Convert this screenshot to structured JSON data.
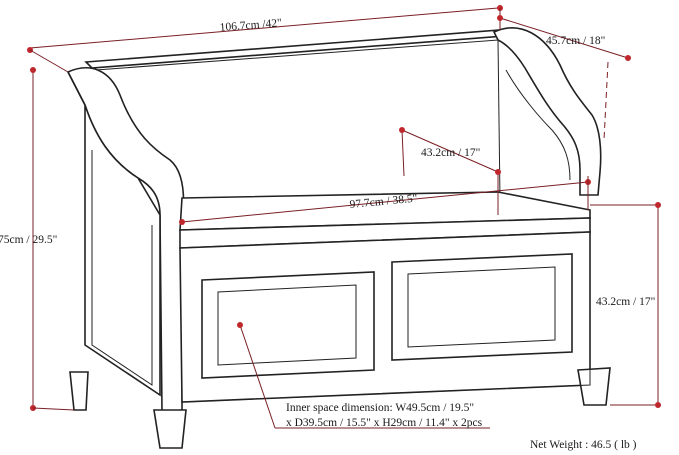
{
  "colors": {
    "dimension_line": "#7a1f24",
    "dimension_dot": "#c0272d",
    "outline": "#222222",
    "background": "#ffffff"
  },
  "dimensions": {
    "width_top": "106.7cm /42\"",
    "depth": "45.7cm / 18\"",
    "height_total": "75cm / 29.5\"",
    "seat_depth": "43.2cm / 17\"",
    "seat_width": "97.7cm / 38.5\"",
    "seat_height": "43.2cm / 17\""
  },
  "notes": {
    "inner_space_line1": "Inner space dimension: W49.5cm / 19.5\"",
    "inner_space_line2": "x D39.5cm / 15.5\" x H29cm / 11.4\" x 2pcs",
    "net_weight": "Net Weight : 46.5 ( lb )"
  }
}
